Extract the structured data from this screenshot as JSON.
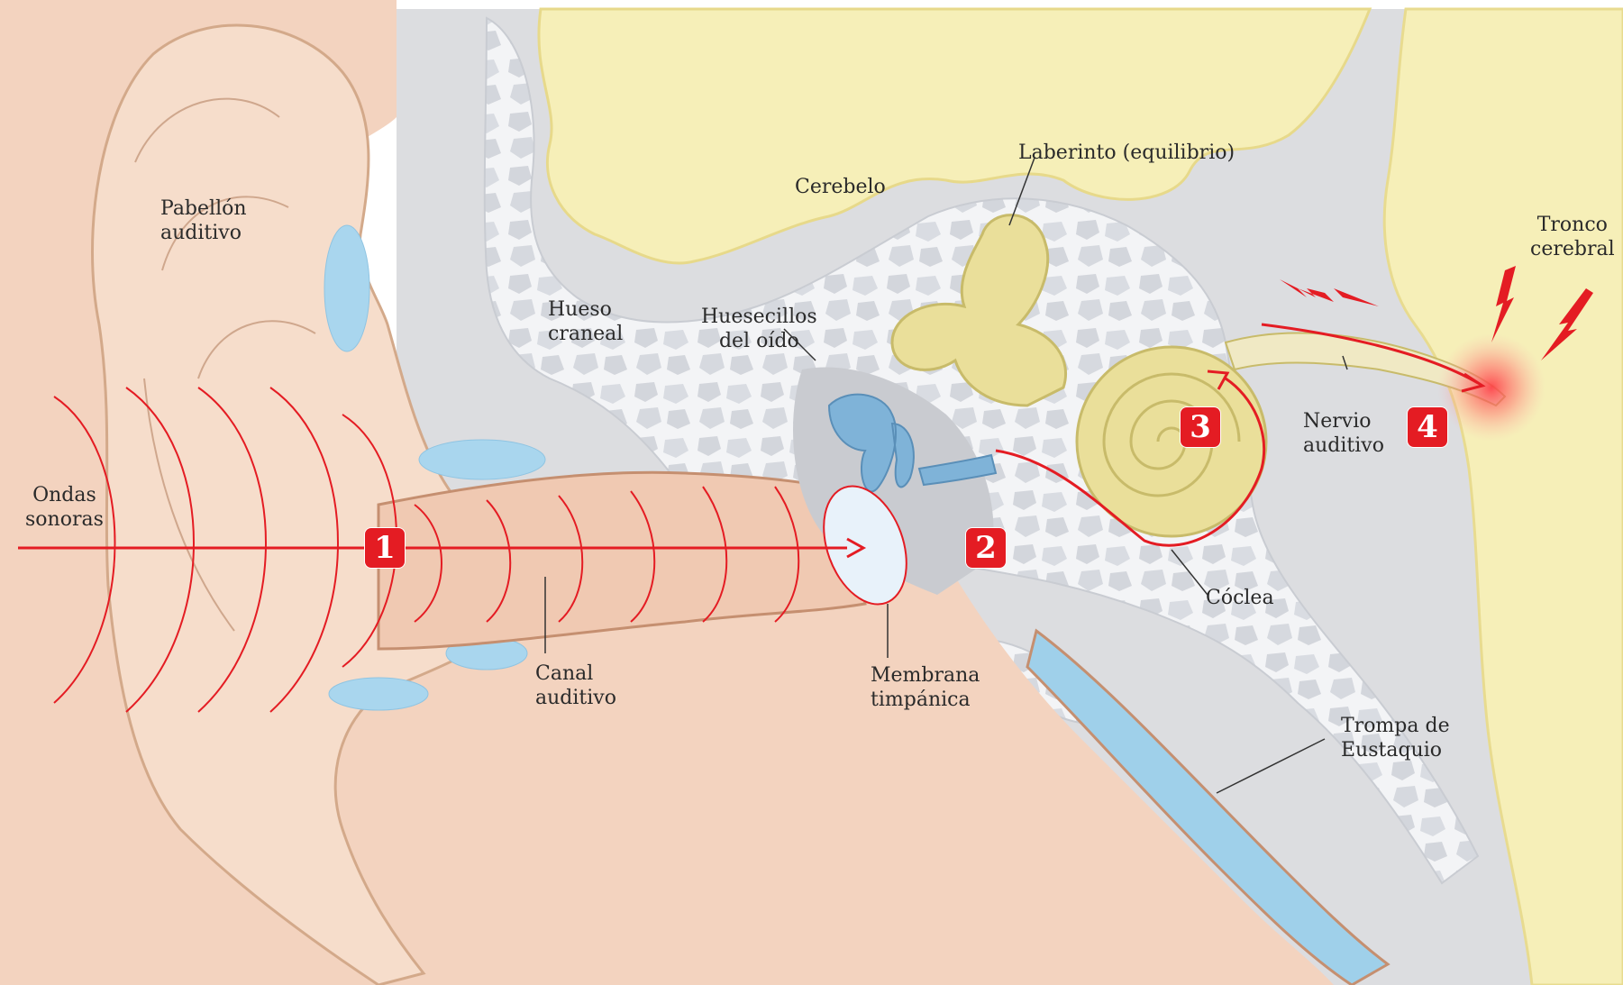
{
  "labels": {
    "pabellon": [
      "Pabellón",
      "auditivo"
    ],
    "ondas": [
      "Ondas",
      "sonoras"
    ],
    "hueso": [
      "Hueso",
      "craneal"
    ],
    "huesecillos": [
      "Huesecillos",
      "del oído"
    ],
    "cerebelo": "Cerebelo",
    "laberinto": "Laberinto (equilibrio)",
    "tronco": [
      "Tronco",
      "cerebral"
    ],
    "nervio": [
      "Nervio",
      "auditivo"
    ],
    "coclea": "Cóclea",
    "canal": [
      "Canal",
      "auditivo"
    ],
    "membrana": [
      "Membrana",
      "timpánica"
    ],
    "trompa": [
      "Trompa de",
      "Eustaquio"
    ]
  },
  "steps": [
    "1",
    "2",
    "3",
    "4"
  ],
  "colors": {
    "sound_red": "#e41c23",
    "skin": "#f3d3bf",
    "bone": "#f4f5f7",
    "brain": "#f6efb8",
    "fluid_blue": "#a9d6ee",
    "cochlea": "#eadf9a"
  }
}
